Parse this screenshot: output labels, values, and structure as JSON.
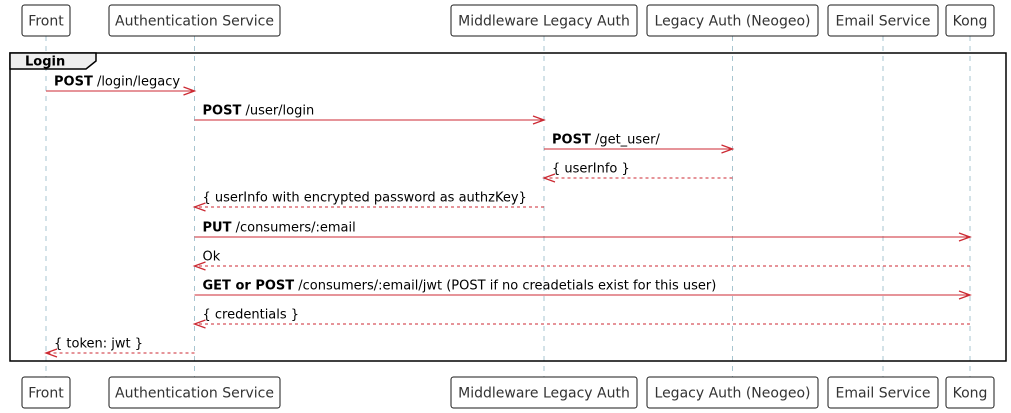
{
  "colors": {
    "lifeline": "#a7c5d0",
    "arrow": "#cc2a33",
    "box_stroke": "#181818",
    "text": "#333333",
    "group_header": "#eeeeee"
  },
  "participants": [
    {
      "id": "front",
      "label": "Front"
    },
    {
      "id": "auth",
      "label": "Authentication Service"
    },
    {
      "id": "mw",
      "label": "Middleware Legacy Auth"
    },
    {
      "id": "legacy",
      "label": "Legacy Auth (Neogeo)"
    },
    {
      "id": "email",
      "label": "Email Service"
    },
    {
      "id": "kong",
      "label": "Kong"
    }
  ],
  "group": {
    "title": "Login"
  },
  "messages": [
    {
      "from": "front",
      "to": "auth",
      "dashed": false,
      "bold": "POST",
      "text": " /login/legacy"
    },
    {
      "from": "auth",
      "to": "mw",
      "dashed": false,
      "bold": "POST",
      "text": " /user/login"
    },
    {
      "from": "mw",
      "to": "legacy",
      "dashed": false,
      "bold": "POST",
      "text": " /get_user/"
    },
    {
      "from": "legacy",
      "to": "mw",
      "dashed": true,
      "bold": "",
      "text": "{ userInfo }"
    },
    {
      "from": "mw",
      "to": "auth",
      "dashed": true,
      "bold": "",
      "text": "{ userInfo with encrypted password as authzKey}"
    },
    {
      "from": "auth",
      "to": "kong",
      "dashed": false,
      "bold": "PUT",
      "text": " /consumers/:email"
    },
    {
      "from": "kong",
      "to": "auth",
      "dashed": true,
      "bold": "",
      "text": "Ok"
    },
    {
      "from": "auth",
      "to": "kong",
      "dashed": false,
      "bold": "GET or POST",
      "text": " /consumers/:email/jwt (POST if no creadetials exist for this user)"
    },
    {
      "from": "kong",
      "to": "auth",
      "dashed": true,
      "bold": "",
      "text": "{ credentials }"
    },
    {
      "from": "auth",
      "to": "front",
      "dashed": true,
      "bold": "",
      "text": "{ token: jwt }"
    }
  ]
}
